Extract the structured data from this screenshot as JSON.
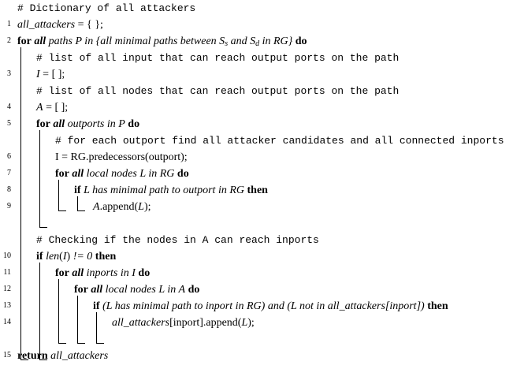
{
  "algorithm": {
    "lines": [
      {
        "no": "",
        "indent": 0,
        "kind": "comment",
        "text": "# Dictionary of all attackers"
      },
      {
        "no": "1",
        "indent": 0,
        "kind": "code",
        "tokens": [
          {
            "t": "all_attackers",
            "s": "it"
          },
          {
            "t": " = { };",
            "s": ""
          }
        ]
      },
      {
        "no": "2",
        "indent": 0,
        "kind": "code",
        "tokens": [
          {
            "t": "for",
            "s": "kw"
          },
          {
            "t": " ",
            "s": ""
          },
          {
            "t": "all",
            "s": "kw it"
          },
          {
            "t": " paths P in {all minimal paths between S",
            "s": "it"
          },
          {
            "t": "s",
            "s": "it sub"
          },
          {
            "t": " and S",
            "s": "it"
          },
          {
            "t": "d",
            "s": "it sub"
          },
          {
            "t": " in RG}",
            "s": "it"
          },
          {
            "t": " do",
            "s": "kw"
          }
        ]
      },
      {
        "no": "",
        "indent": 1,
        "kind": "comment",
        "text": "# list of all input that can reach output ports on the path"
      },
      {
        "no": "3",
        "indent": 1,
        "kind": "code",
        "tokens": [
          {
            "t": "I",
            "s": "it"
          },
          {
            "t": " = [ ];",
            "s": ""
          }
        ]
      },
      {
        "no": "",
        "indent": 1,
        "kind": "comment",
        "text": "# list of all nodes that can reach output ports on the path"
      },
      {
        "no": "4",
        "indent": 1,
        "kind": "code",
        "tokens": [
          {
            "t": "A",
            "s": "it"
          },
          {
            "t": " = [ ];",
            "s": ""
          }
        ]
      },
      {
        "no": "5",
        "indent": 1,
        "kind": "code",
        "tokens": [
          {
            "t": "for",
            "s": "kw"
          },
          {
            "t": " ",
            "s": ""
          },
          {
            "t": "all",
            "s": "kw it"
          },
          {
            "t": " outports in P",
            "s": "it"
          },
          {
            "t": " do",
            "s": "kw"
          }
        ]
      },
      {
        "no": "",
        "indent": 2,
        "kind": "comment",
        "text": "# for each outport find all attacker candidates and all connected inports"
      },
      {
        "no": "6",
        "indent": 2,
        "kind": "code",
        "tokens": [
          {
            "t": "I = RG.predecessors(outport);",
            "s": ""
          }
        ]
      },
      {
        "no": "7",
        "indent": 2,
        "kind": "code",
        "tokens": [
          {
            "t": "for",
            "s": "kw"
          },
          {
            "t": " ",
            "s": ""
          },
          {
            "t": "all",
            "s": "kw it"
          },
          {
            "t": " local nodes L in RG",
            "s": "it"
          },
          {
            "t": " do",
            "s": "kw"
          }
        ]
      },
      {
        "no": "8",
        "indent": 3,
        "kind": "code",
        "tokens": [
          {
            "t": "if",
            "s": "kw"
          },
          {
            "t": " L has minimal path to outport in RG",
            "s": "it"
          },
          {
            "t": " then",
            "s": "kw"
          }
        ]
      },
      {
        "no": "9",
        "indent": 4,
        "kind": "code",
        "tokens": [
          {
            "t": "A",
            "s": "it"
          },
          {
            "t": ".append(",
            "s": ""
          },
          {
            "t": "L",
            "s": "it"
          },
          {
            "t": ");",
            "s": ""
          }
        ]
      },
      {
        "no": "",
        "indent": 2,
        "kind": "blank"
      },
      {
        "no": "",
        "indent": 1,
        "kind": "comment",
        "text": "# Checking if the nodes in A can reach inports"
      },
      {
        "no": "10",
        "indent": 1,
        "kind": "code",
        "tokens": [
          {
            "t": "if",
            "s": "kw"
          },
          {
            "t": " len",
            "s": "it"
          },
          {
            "t": "(",
            "s": ""
          },
          {
            "t": "I",
            "s": "it"
          },
          {
            "t": ") ",
            "s": ""
          },
          {
            "t": "!= 0",
            "s": "it"
          },
          {
            "t": " then",
            "s": "kw"
          }
        ]
      },
      {
        "no": "11",
        "indent": 2,
        "kind": "code",
        "tokens": [
          {
            "t": "for",
            "s": "kw"
          },
          {
            "t": " ",
            "s": ""
          },
          {
            "t": "all",
            "s": "kw it"
          },
          {
            "t": " inports in I",
            "s": "it"
          },
          {
            "t": " do",
            "s": "kw"
          }
        ]
      },
      {
        "no": "12",
        "indent": 3,
        "kind": "code",
        "tokens": [
          {
            "t": "for",
            "s": "kw"
          },
          {
            "t": " ",
            "s": ""
          },
          {
            "t": "all",
            "s": "kw it"
          },
          {
            "t": " local nodes L in A",
            "s": "it"
          },
          {
            "t": " do",
            "s": "kw"
          }
        ]
      },
      {
        "no": "13",
        "indent": 4,
        "kind": "code",
        "tokens": [
          {
            "t": "if",
            "s": "kw"
          },
          {
            "t": " (L has minimal path to inport in RG) and (L not in all_attackers[inport])",
            "s": "it"
          },
          {
            "t": " then",
            "s": "kw"
          }
        ]
      },
      {
        "no": "14",
        "indent": 5,
        "kind": "code",
        "tokens": [
          {
            "t": "all_attackers",
            "s": "it"
          },
          {
            "t": "[inport].append(",
            "s": ""
          },
          {
            "t": "L",
            "s": "it"
          },
          {
            "t": ");",
            "s": ""
          }
        ]
      },
      {
        "no": "",
        "indent": 1,
        "kind": "blank"
      },
      {
        "no": "15",
        "indent": 0,
        "kind": "code",
        "tokens": [
          {
            "t": "return",
            "s": "kw"
          },
          {
            "t": " all_attackers",
            "s": "it"
          }
        ]
      }
    ]
  }
}
